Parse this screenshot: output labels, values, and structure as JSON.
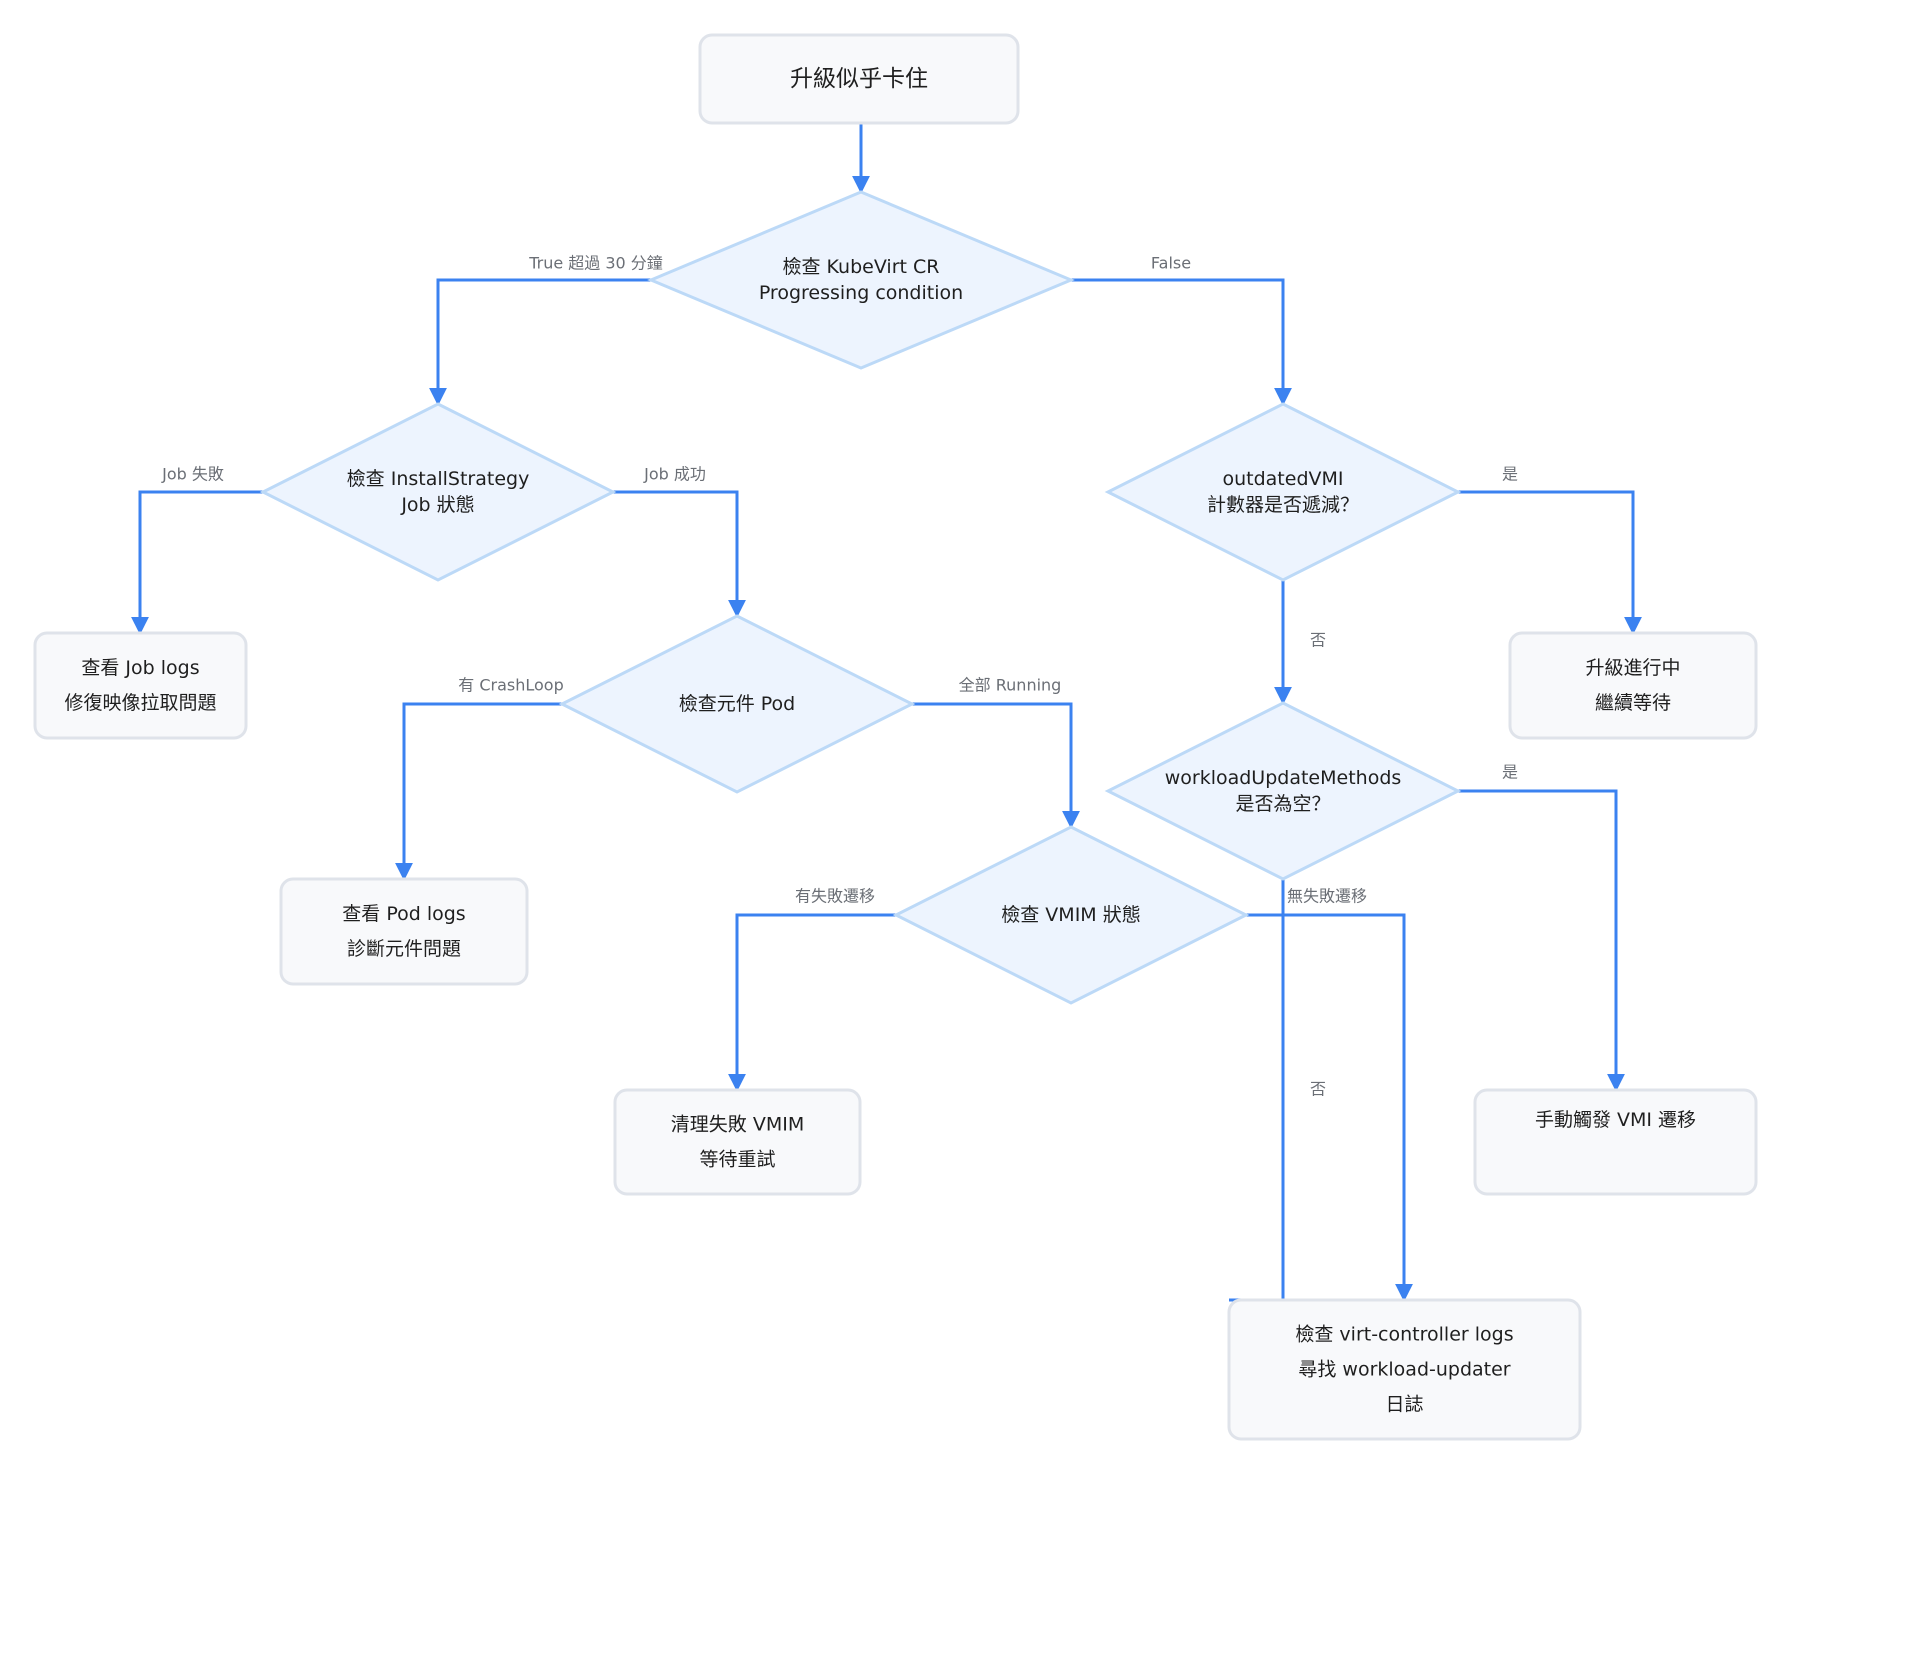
{
  "diagram": {
    "colors": {
      "edge": "#3b82f0",
      "node_fill": "#f8f9fb",
      "node_stroke": "#dfe3ea",
      "decision_fill": "#edf4fe",
      "decision_stroke": "#bcd9f7",
      "text": "#1f1f1f",
      "edge_label": "#6b6f76"
    },
    "nodes": {
      "start": {
        "lines": [
          "升級似乎卡住"
        ]
      },
      "check_progressing": {
        "lines": [
          "檢查 KubeVirt CR",
          "Progressing condition"
        ]
      },
      "check_installstrategy": {
        "lines": [
          "檢查 InstallStrategy",
          "Job 狀態"
        ]
      },
      "check_outdated": {
        "lines": [
          "outdatedVMI",
          "計數器是否遞減？"
        ]
      },
      "view_job_logs": {
        "lines": [
          "查看 Job logs",
          "修復映像拉取問題"
        ]
      },
      "check_pods": {
        "lines": [
          "檢查元件 Pod"
        ]
      },
      "upgrade_in_progress": {
        "lines": [
          "升級進行中",
          "繼續等待"
        ]
      },
      "check_workload_methods": {
        "lines": [
          "workloadUpdateMethods",
          "是否為空？"
        ]
      },
      "view_pod_logs": {
        "lines": [
          "查看 Pod logs",
          "診斷元件問題"
        ]
      },
      "check_vmim": {
        "lines": [
          "檢查 VMIM 狀態"
        ]
      },
      "cleanup_vmim": {
        "lines": [
          "清理失敗 VMIM",
          "等待重試"
        ]
      },
      "manual_migration": {
        "lines": [
          "手動觸發 VMI 遷移"
        ]
      },
      "check_controller_logs": {
        "lines": [
          "檢查 virt-controller logs",
          "尋找 workload-updater",
          "日誌"
        ]
      }
    },
    "edges": {
      "start_to_progressing": {
        "label": ""
      },
      "progressing_true": {
        "label": "True 超過 30 分鐘"
      },
      "progressing_false": {
        "label": "False"
      },
      "job_failed": {
        "label": "Job 失敗"
      },
      "job_success": {
        "label": "Job 成功"
      },
      "outdated_yes": {
        "label": "是"
      },
      "outdated_no": {
        "label": "否"
      },
      "pods_crashloop": {
        "label": "有 CrashLoop"
      },
      "pods_running": {
        "label": "全部 Running"
      },
      "methods_yes": {
        "label": "是"
      },
      "methods_no": {
        "label": "否"
      },
      "vmim_failed": {
        "label": "有失敗遷移"
      },
      "vmim_none_failed": {
        "label": "無失敗遷移"
      }
    }
  }
}
